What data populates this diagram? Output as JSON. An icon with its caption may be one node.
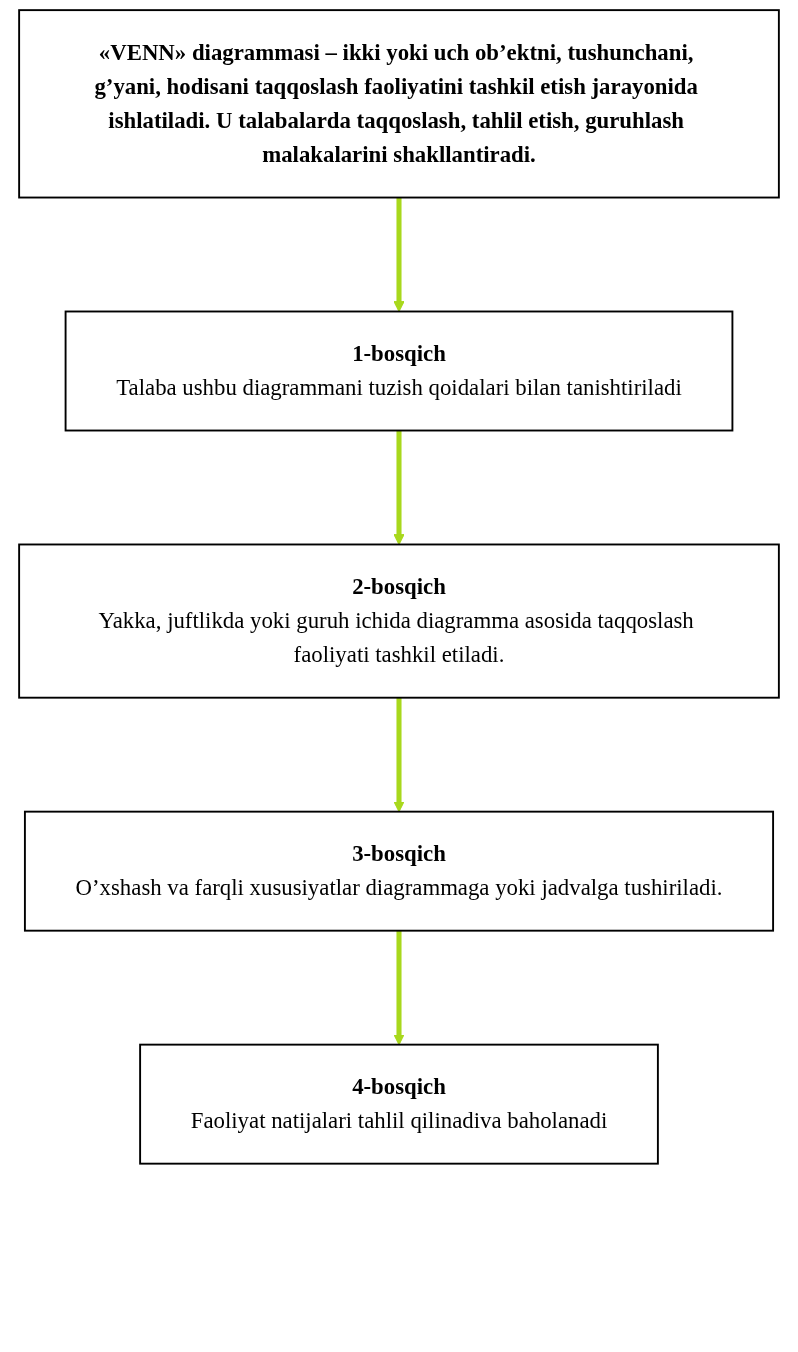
{
  "diagram": {
    "nodes": [
      {
        "text": [
          "«VENN» diagrammasi – ikki yoki uch ob’ektni, tushunchani, g’yani, hodisani taqqoslash faoliyatini tashkil etish jarayonida ishlatiladi. U talabalarda taqqoslash, tahlil etish, guruhlash malakalarini shakllantiradi."
        ]
      },
      {
        "text": [
          "1-bosqich",
          "Talaba ushbu diagrammani tuzish qoidalari bilan tanishtiriladi"
        ]
      },
      {
        "text": [
          "2-bosqich",
          "Yakka, juftlikda yoki guruh ichida diagramma asosida taqqoslash faoliyati tashkil etiladi."
        ]
      },
      {
        "text": [
          "3-bosqich",
          "O’xshash va farqli xususiyatlar diagrammaga yoki jadvalga tushiriladi."
        ]
      },
      {
        "text": [
          "4-bosqich",
          "Faoliyat natijalari tahlil qilinadiva baholanadi"
        ]
      }
    ],
    "edges": [
      {
        "from": 0,
        "to": 1,
        "arrow": "to"
      },
      {
        "from": 1,
        "to": 2,
        "arrow": "to"
      },
      {
        "from": 2,
        "to": 3,
        "arrow": "to"
      },
      {
        "from": 3,
        "to": 4,
        "arrow": "to"
      }
    ]
  }
}
